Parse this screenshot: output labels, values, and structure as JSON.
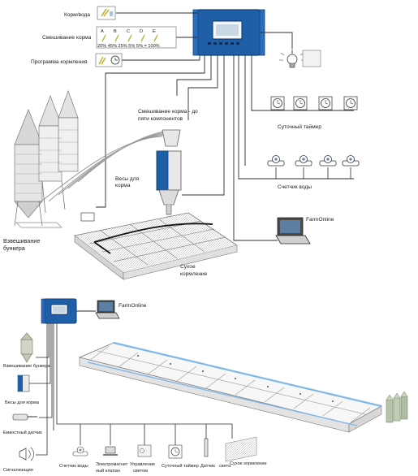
{
  "top_panel": {
    "feed_water": "Корм/вода",
    "feed_mixing": "Смешивание корма",
    "feeding_program": "Программа кормления",
    "mix_letters": [
      "A",
      "B",
      "C",
      "D",
      "E"
    ],
    "mix_percentages": "20% 45% 25% 5% 5% = 100%",
    "mixing_five_line1": "Смешивание корма - до",
    "mixing_five_line2": "пяти компонентов",
    "feed_scale_line1": "Весы для",
    "feed_scale_line2": "корма",
    "bunker_weighing_line1": "Взвешивание",
    "bunker_weighing_line2": "бункера",
    "daily_timer": "Суточный таймер",
    "water_meter": "Счетчик воды",
    "farmonline": "FarmOnline",
    "dry_feeding_line1": "Сухое",
    "dry_feeding_line2": "кормление"
  },
  "bottom_panel": {
    "farmonline": "FarmOnline",
    "bunker_weighing": "Взвешивание бункера",
    "feed_scale": "Весы для корма",
    "capacitive_sensor": "Емкостный датчик",
    "alarm": "Сигнализация",
    "water_meter": "Счетчик воды",
    "electromagnetic_valve_line1": "Электромагнит",
    "electromagnetic_valve_line2": "ный клапан",
    "light_control_line1": "Управление",
    "light_control_line2": "светом",
    "daily_timer": "Суточный таймер",
    "light_sensor_line1": "Датчик",
    "light_sensor_line2": "света",
    "dry_feeding": "Сухое кормление"
  },
  "colors": {
    "controller_blue": "#1f5fa8",
    "controller_dark": "#143f75",
    "line": "#2b2b2b",
    "building_blue": "#7fb7e6"
  },
  "icons": [
    "controller-icon",
    "silo-icon",
    "lamp-icon",
    "clock-icon",
    "water-meter-icon",
    "laptop-icon",
    "feed-scale-icon",
    "sensor-icon",
    "siren-icon",
    "valve-icon"
  ]
}
